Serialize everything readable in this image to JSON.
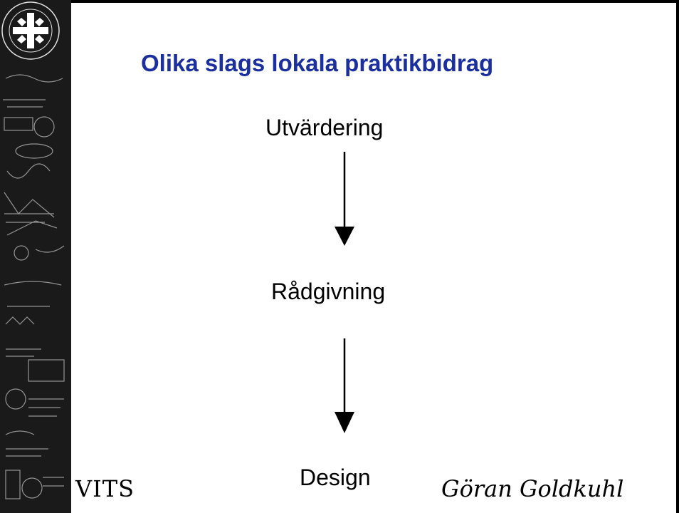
{
  "slide": {
    "title": "Olika slags lokala praktikbidrag",
    "nodes": [
      {
        "label": "Utvärdering"
      },
      {
        "label": "Rådgivning"
      },
      {
        "label": "Design"
      }
    ],
    "footer_left": "VITS",
    "footer_right": "Göran Goldkuhl"
  },
  "colors": {
    "title": "#1b2f9e",
    "text": "#000000",
    "strip": "#1a1a1a"
  },
  "icons": [
    "university-logo-icon",
    "down-arrow-icon"
  ]
}
